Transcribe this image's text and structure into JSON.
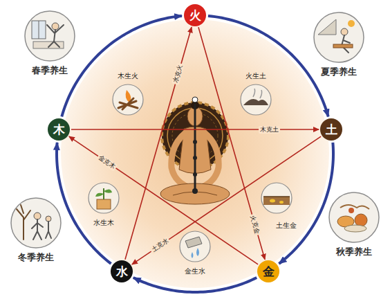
{
  "diagram": {
    "nodes": [
      {
        "text": [
          "火"
        ]
      },
      {
        "text": [
          "春季养生"
        ]
      },
      {
        "text": [
          "夏季养生"
        ]
      },
      {
        "text": [
          "木"
        ]
      },
      {
        "text": [
          "土"
        ]
      },
      {
        "text": [
          "木生火"
        ]
      },
      {
        "text": [
          "火生土"
        ]
      },
      {
        "text": [
          "水生木"
        ]
      },
      {
        "text": [
          "土生金"
        ]
      },
      {
        "text": [
          "冬季养生"
        ]
      },
      {
        "text": [
          "秋季养生"
        ]
      },
      {
        "text": [
          "金生水"
        ]
      },
      {
        "text": [
          "水"
        ]
      },
      {
        "text": [
          "金"
        ]
      }
    ],
    "edges": [
      {
        "from": 0,
        "to": 4,
        "arrow": "to"
      },
      {
        "from": 4,
        "to": 13,
        "arrow": "to"
      },
      {
        "from": 13,
        "to": 12,
        "arrow": "to"
      },
      {
        "from": 12,
        "to": 3,
        "arrow": "to"
      },
      {
        "from": 3,
        "to": 0,
        "arrow": "to"
      },
      {
        "from": 3,
        "to": 4,
        "arrow": "to",
        "label": "木克土"
      },
      {
        "from": 4,
        "to": 12,
        "arrow": "to",
        "label": "土克水"
      },
      {
        "from": 12,
        "to": 0,
        "arrow": "to",
        "label": "水克火"
      },
      {
        "from": 0,
        "to": 13,
        "arrow": "to",
        "label": "火克金"
      },
      {
        "from": 13,
        "to": 3,
        "arrow": "to",
        "label": "金克木"
      }
    ]
  }
}
